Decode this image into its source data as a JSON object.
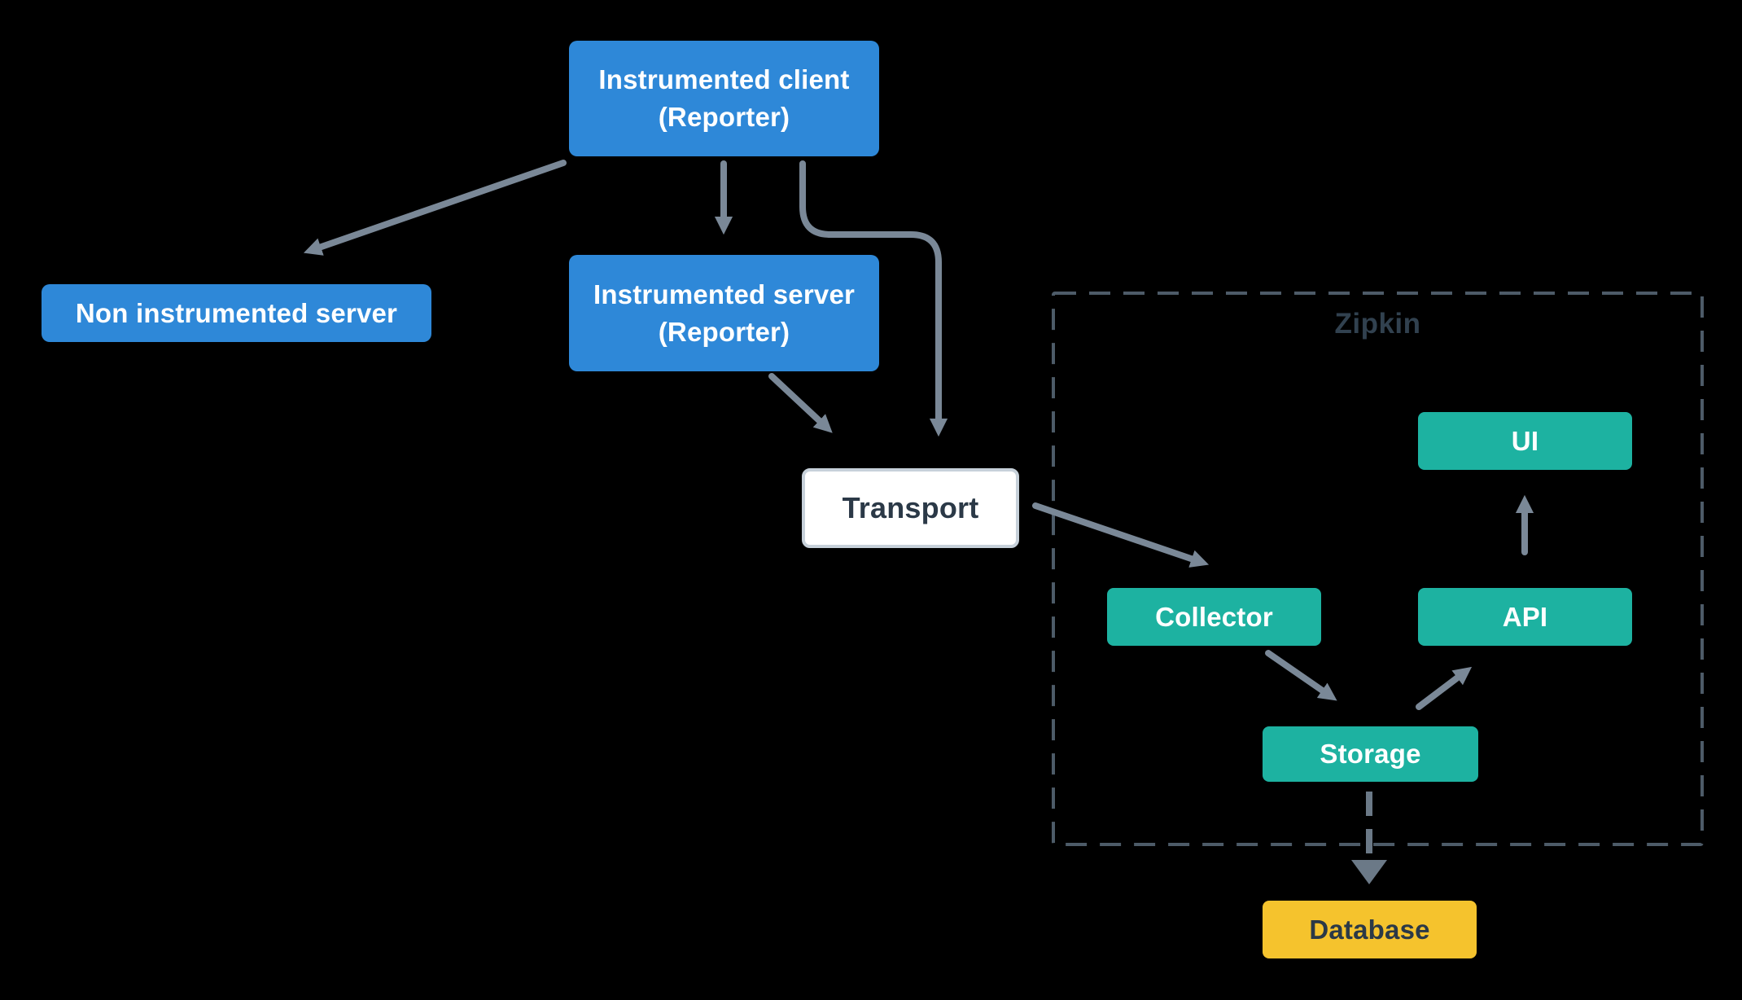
{
  "diagram": {
    "group_label": "Zipkin",
    "nodes": {
      "instrumented_client": {
        "label": "Instrumented client\n(Reporter)",
        "color": "#2E88D8"
      },
      "non_instrumented_server": {
        "label": "Non instrumented server",
        "color": "#2E88D8"
      },
      "instrumented_server": {
        "label": "Instrumented server\n(Reporter)",
        "color": "#2E88D8"
      },
      "transport": {
        "label": "Transport",
        "color": "#FFFFFF"
      },
      "ui": {
        "label": "UI",
        "color": "#1DB2A1"
      },
      "collector": {
        "label": "Collector",
        "color": "#1DB2A1"
      },
      "api": {
        "label": "API",
        "color": "#1DB2A1"
      },
      "storage": {
        "label": "Storage",
        "color": "#1DB2A1"
      },
      "database": {
        "label": "Database",
        "color": "#F5C32D"
      }
    },
    "edges": [
      {
        "from": "Instrumented client (Reporter)",
        "to": "Non instrumented server",
        "style": "solid"
      },
      {
        "from": "Instrumented client (Reporter)",
        "to": "Instrumented server (Reporter)",
        "style": "solid"
      },
      {
        "from": "Instrumented client (Reporter)",
        "to": "Transport",
        "style": "solid"
      },
      {
        "from": "Instrumented server (Reporter)",
        "to": "Transport",
        "style": "solid"
      },
      {
        "from": "Transport",
        "to": "Collector",
        "style": "solid"
      },
      {
        "from": "Collector",
        "to": "Storage",
        "style": "solid"
      },
      {
        "from": "Storage",
        "to": "API",
        "style": "solid"
      },
      {
        "from": "API",
        "to": "UI",
        "style": "solid"
      },
      {
        "from": "Storage",
        "to": "Database",
        "style": "dashed"
      }
    ]
  },
  "colors": {
    "node_blue": "#2E88D8",
    "node_teal": "#1DB2A1",
    "node_yellow": "#F5C32D",
    "node_white": "#FFFFFF",
    "white_text": "#FFFFFF",
    "dark_text": "#2B3947",
    "arrow": "#7A8897",
    "arrow_dashed": "#6B7987",
    "dashed_border": "#4D5B68",
    "zipkin_label": "#31414F",
    "background": "#000000",
    "transport_border": "#C7D1DA"
  }
}
